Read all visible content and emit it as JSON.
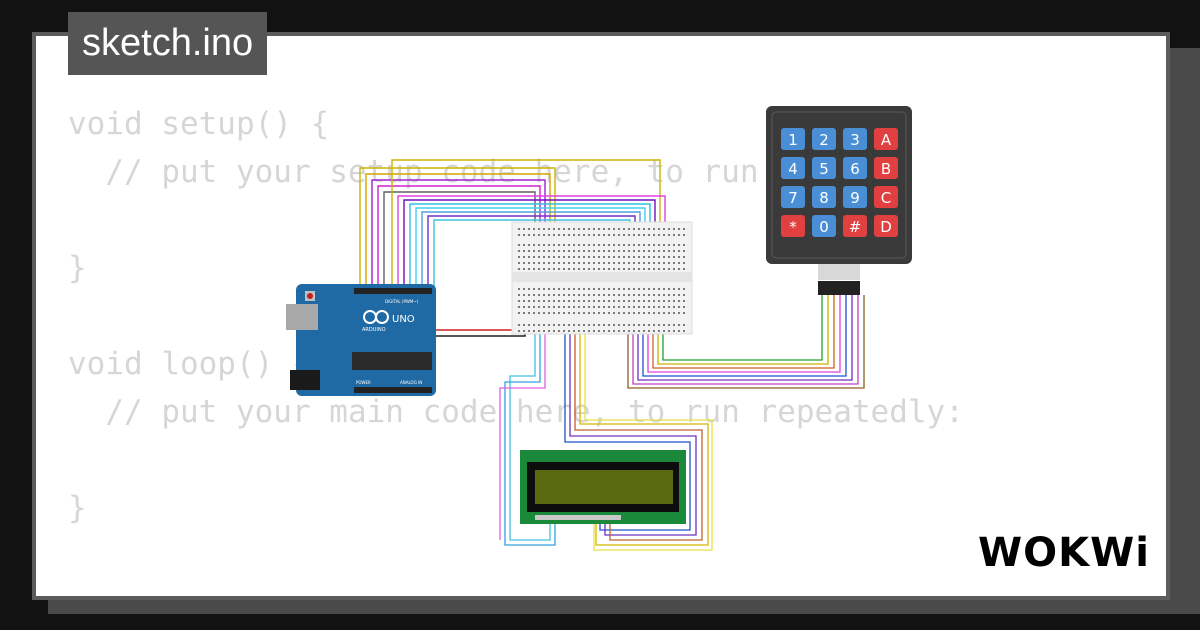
{
  "tab": {
    "title": "sketch.ino"
  },
  "code_lines": [
    "void setup() {",
    "  // put your setup code here, to run once:",
    "",
    "}",
    "",
    "void loop() {",
    "  // put your main code here, to run repeatedly:",
    "",
    "}"
  ],
  "arduino": {
    "model": "UNO",
    "brand": "ARDUINO",
    "digital_label": "DIGITAL (PWM~)",
    "analog_label": "ANALOG IN",
    "power_label": "POWER"
  },
  "keypad": {
    "keys": [
      [
        "1",
        "2",
        "3",
        "A"
      ],
      [
        "4",
        "5",
        "6",
        "B"
      ],
      [
        "7",
        "8",
        "9",
        "C"
      ],
      [
        "*",
        "0",
        "#",
        "D"
      ]
    ],
    "digit_color": "#4a8fd6",
    "letter_color": "#e04040"
  },
  "logo": {
    "text": "WOKWi"
  },
  "colors": {
    "background": "#121212",
    "card": "#ffffff",
    "tab": "#555555",
    "code": "#d6d6d6"
  }
}
